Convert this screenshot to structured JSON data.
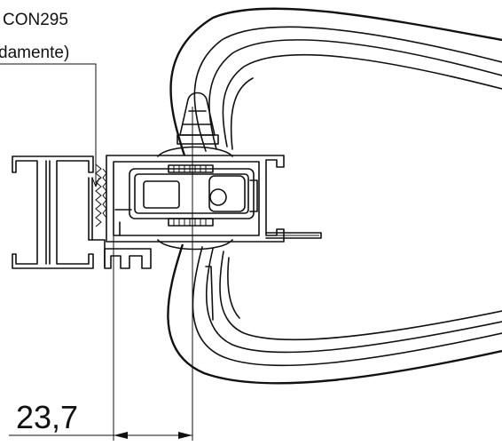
{
  "callout": {
    "line1": "CON295",
    "line2": "damente)"
  },
  "dimension": {
    "value_label": "23,7"
  }
}
